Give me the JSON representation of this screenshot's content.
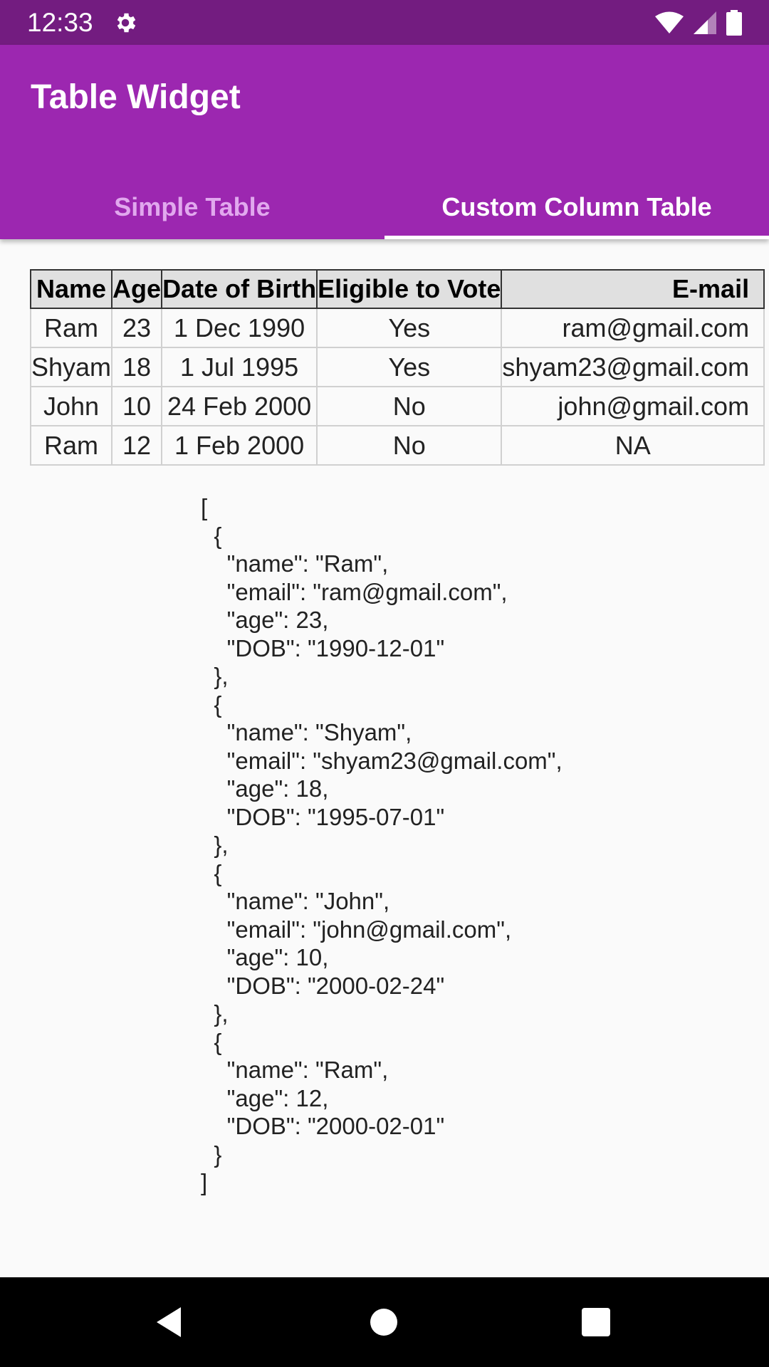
{
  "status_bar": {
    "time": "12:33",
    "icons": [
      "gear-icon",
      "wifi-icon",
      "signal-icon",
      "battery-icon"
    ]
  },
  "app_bar": {
    "title": "Table Widget",
    "color": "#9c27b0",
    "tabs": [
      {
        "label": "Simple Table",
        "selected": false
      },
      {
        "label": "Custom Column Table",
        "selected": true
      }
    ]
  },
  "table": {
    "headers": [
      "Name",
      "Age",
      "Date of Birth",
      "Eligible to Vote",
      "E-mail"
    ],
    "rows": [
      [
        "Ram",
        "23",
        "1 Dec 1990",
        "Yes",
        "ram@gmail.com"
      ],
      [
        "Shyam",
        "18",
        "1 Jul 1995",
        "Yes",
        "shyam23@gmail.com"
      ],
      [
        "John",
        "10",
        "24 Feb 2000",
        "No",
        "john@gmail.com"
      ],
      [
        "Ram",
        "12",
        "1 Feb 2000",
        "No",
        "NA"
      ]
    ]
  },
  "json_output": "[\n  {\n    \"name\": \"Ram\",\n    \"email\": \"ram@gmail.com\",\n    \"age\": 23,\n    \"DOB\": \"1990-12-01\"\n  },\n  {\n    \"name\": \"Shyam\",\n    \"email\": \"shyam23@gmail.com\",\n    \"age\": 18,\n    \"DOB\": \"1995-07-01\"\n  },\n  {\n    \"name\": \"John\",\n    \"email\": \"john@gmail.com\",\n    \"age\": 10,\n    \"DOB\": \"2000-02-24\"\n  },\n  {\n    \"name\": \"Ram\",\n    \"age\": 12,\n    \"DOB\": \"2000-02-01\"\n  }\n]",
  "nav_bar": {
    "icons": [
      "back-icon",
      "home-icon",
      "recents-icon"
    ]
  }
}
